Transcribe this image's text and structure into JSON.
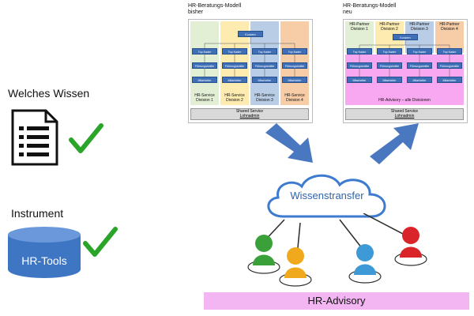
{
  "left": {
    "wissen_label": "Welches Wissen",
    "instrument_label": "Instrument",
    "tools_label": "HR-Tools",
    "document_icon": "document-list-icon",
    "check_icon": "green-checkmark-icon",
    "colors": {
      "check": "#2aa52a",
      "cylinder": "#3f76c4"
    }
  },
  "model_old": {
    "title_line1": "HR-Beratungs-Modell",
    "title_line2": "bisher",
    "root": "Konzern",
    "top": [
      "Top Kader",
      "Top Kader",
      "Top Kader",
      "Top Kader"
    ],
    "fuehrung": [
      "Führungskräfte",
      "Führungskräfte",
      "Führungskräfte",
      "Führungskräfte"
    ],
    "mitarbeiter": [
      "Mitarbeiter",
      "Mitarbeiter",
      "Mitarbeiter",
      "Mitarbeiter"
    ],
    "divisions": [
      {
        "line1": "HR-Service",
        "line2": "Division 1",
        "color": "#e2efd5"
      },
      {
        "line1": "HR-Service",
        "line2": "Division 2",
        "color": "#fdebb0"
      },
      {
        "line1": "HR-Service",
        "line2": "Division 3",
        "color": "#b9cde6"
      },
      {
        "line1": "HR-Service",
        "line2": "Division 4",
        "color": "#f7cda8"
      }
    ],
    "shared_line1": "Shared Service",
    "shared_line2": "Lohnadmin"
  },
  "model_new": {
    "title_line1": "HR-Beratungs-Modell",
    "title_line2": "neu",
    "root": "Konzern",
    "partners": [
      {
        "line1": "HR-Partner",
        "line2": "Division 1",
        "color": "#e2efd5"
      },
      {
        "line1": "HR-Partner",
        "line2": "Division 2",
        "color": "#fdebb0"
      },
      {
        "line1": "HR-Partner",
        "line2": "Division 3",
        "color": "#b9cde6"
      },
      {
        "line1": "HR-Partner",
        "line2": "Division 4",
        "color": "#f7cda8"
      }
    ],
    "top": [
      "Top Kader",
      "Top Kader",
      "Top Kader",
      "Top Kader"
    ],
    "fuehrung": [
      "Führungskräfte",
      "Führungskräfte",
      "Führungskräfte",
      "Führungskräfte"
    ],
    "mitarbeiter": [
      "Mitarbeiter",
      "Mitarbeiter",
      "Mitarbeiter",
      "Mitarbeiter"
    ],
    "advisory_band": "HR-Advisory – alle Divisionen",
    "advisory_color": "#f7a8f0",
    "shared_line1": "Shared Service",
    "shared_line2": "Lohnadmin"
  },
  "center": {
    "cloud_label": "Wissenstransfer",
    "arrow_color": "#4a78c0",
    "people_colors": [
      "#3aa13a",
      "#f0a91c",
      "#3d9ad6",
      "#d9252a"
    ]
  },
  "bottom": {
    "advisory_label": "HR-Advisory",
    "advisory_color": "#f3b6f2"
  }
}
